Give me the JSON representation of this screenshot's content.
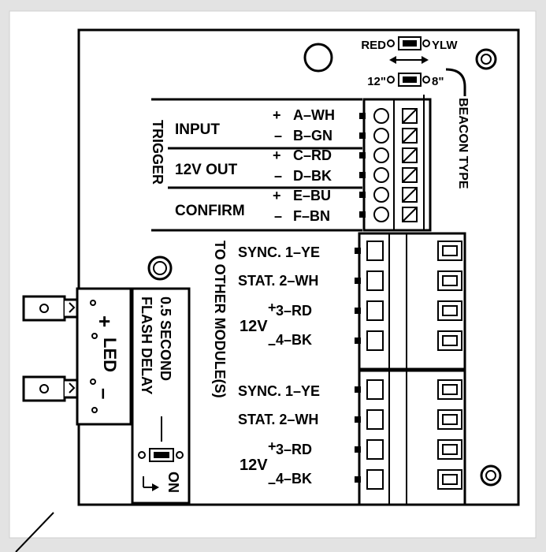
{
  "beacon": {
    "switch_left": "RED",
    "switch_right": "YLW",
    "size_left": "12\"",
    "size_right": "8\"",
    "type_label": "BEACON TYPE"
  },
  "trigger": {
    "side_label": "TRIGGER",
    "groups": [
      {
        "name": "INPUT",
        "pins": [
          {
            "sign": "+",
            "label": "A–WH"
          },
          {
            "sign": "–",
            "label": "B–GN"
          }
        ]
      },
      {
        "name": "12V OUT",
        "pins": [
          {
            "sign": "+",
            "label": "C–RD"
          },
          {
            "sign": "–",
            "label": "D–BK"
          }
        ]
      },
      {
        "name": "CONFIRM",
        "pins": [
          {
            "sign": "+",
            "label": "E–BU"
          },
          {
            "sign": "–",
            "label": "F–BN"
          }
        ]
      }
    ]
  },
  "modules": {
    "side_label": "TO OTHER MODULE(S)",
    "rows": [
      "SYNC. 1–YE",
      "STAT. 2–WH",
      "3–RD",
      "4–BK"
    ],
    "power_label": "12V",
    "plus": "+",
    "minus": "–"
  },
  "led": {
    "label": "LED",
    "plus": "+",
    "minus": "–"
  },
  "flash": {
    "label_line1": "0.5 SECOND",
    "label_line2": "FLASH DELAY",
    "on_label": "ON"
  }
}
